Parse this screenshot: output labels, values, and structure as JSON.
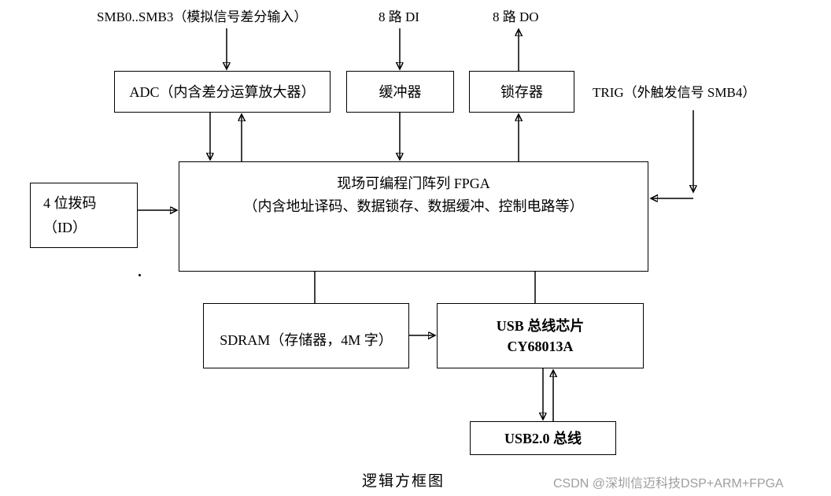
{
  "diagram": {
    "top_labels": {
      "smb": "SMB0..SMB3（模拟信号差分输入）",
      "di": "8 路 DI",
      "do": "8 路 DO",
      "trig": "TRIG（外触发信号 SMB4）"
    },
    "boxes": {
      "adc": "ADC（内含差分运算放大器）",
      "buffer": "缓冲器",
      "latch": "锁存器",
      "fpga_line1": "现场可编程门阵列 FPGA",
      "fpga_line2": "（内含地址译码、数据锁存、数据缓冲、控制电路等）",
      "id_line1": "4 位拨码",
      "id_line2": "（ID）",
      "sdram": "SDRAM（存储器，4M 字）",
      "usb_chip_line1": "USB 总线芯片",
      "usb_chip_line2": "CY68013A",
      "usb_bus": "USB2.0 总线"
    },
    "caption": "逻辑方框图",
    "watermark": "CSDN @深圳信迈科技DSP+ARM+FPGA",
    "colors": {
      "line": "#000000",
      "watermark_text": "#9e9e9e"
    }
  }
}
